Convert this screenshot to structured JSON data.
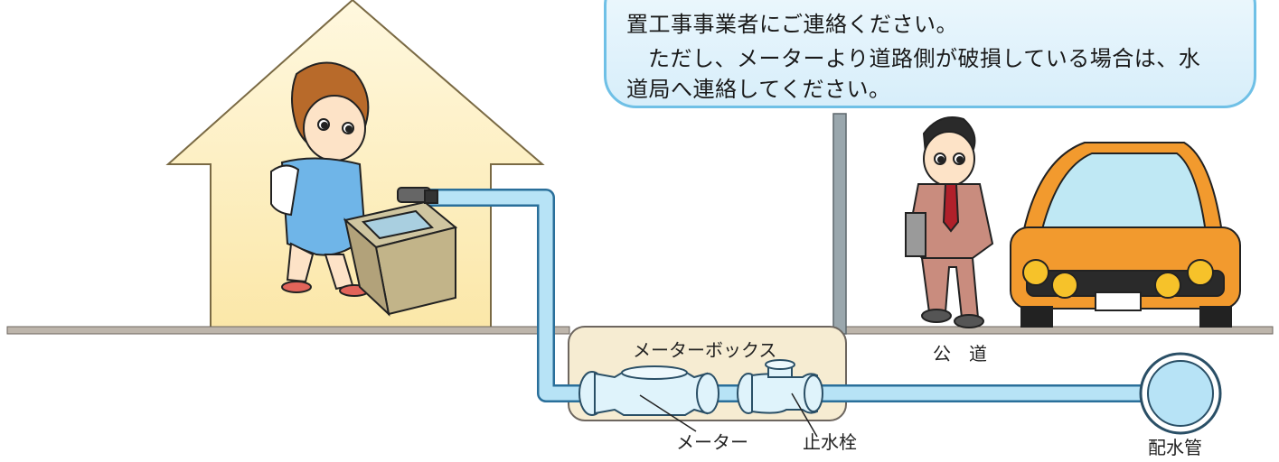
{
  "notice": {
    "line1": "置工事事業者にご連絡ください。",
    "line2": "ただし、メーターより道路側が破損している場合は、水",
    "line3": "道局へ連絡してください。"
  },
  "labels": {
    "meter_box": "メーターボックス",
    "meter": "メーター",
    "stop_valve": "止水栓",
    "public_road": "公　道",
    "distribution_pipe": "配水管"
  },
  "colors": {
    "water": "#b7e3f6",
    "pipe_outline": "#2a6f9a",
    "house": "#fdf0c2",
    "ground": "#b9b1a7",
    "car": "#f29a2e",
    "suit": "#c98c7e"
  }
}
